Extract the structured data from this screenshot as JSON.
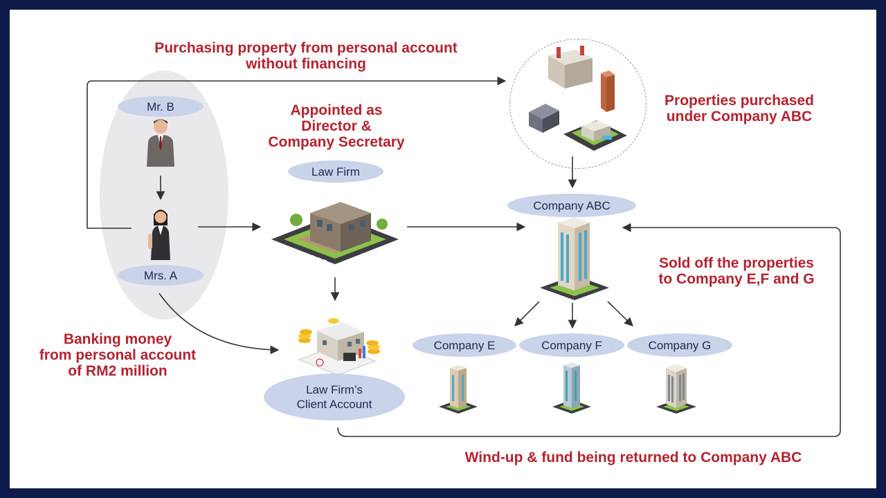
{
  "labels": {
    "purchasing": "Purchasing property from personal account\nwithout financing",
    "appointed": "Appointed as\nDirector &\nCompany Secretary",
    "properties": "Properties purchased\nunder Company ABC",
    "sold": "Sold off the properties\nto Company E,F and G",
    "banking": "Banking money\nfrom personal account\nof RM2 million",
    "windup": "Wind-up & fund being returned to Company ABC"
  },
  "nodes": {
    "mr_b": "Mr. B",
    "mrs_a": "Mrs. A",
    "law_firm": "Law Firm",
    "client_account": "Law Firm’s\nClient Account",
    "company_abc": "Company ABC",
    "company_e": "Company E",
    "company_f": "Company F",
    "company_g": "Company G"
  },
  "colors": {
    "label_red": "#b3232f",
    "pill_blue": "#c9d3ea",
    "frame_navy": "#0d1a4a",
    "group_grey": "#e9e9ec"
  },
  "icons": {
    "mr_b": "businessman-icon",
    "mrs_a": "businesswoman-icon",
    "law_firm": "office-building-icon",
    "client_account": "money-building-icon",
    "properties": "properties-cluster-icon",
    "company_abc": "tower-building-icon",
    "company_e": "building-icon",
    "company_f": "building-icon",
    "company_g": "building-icon"
  }
}
